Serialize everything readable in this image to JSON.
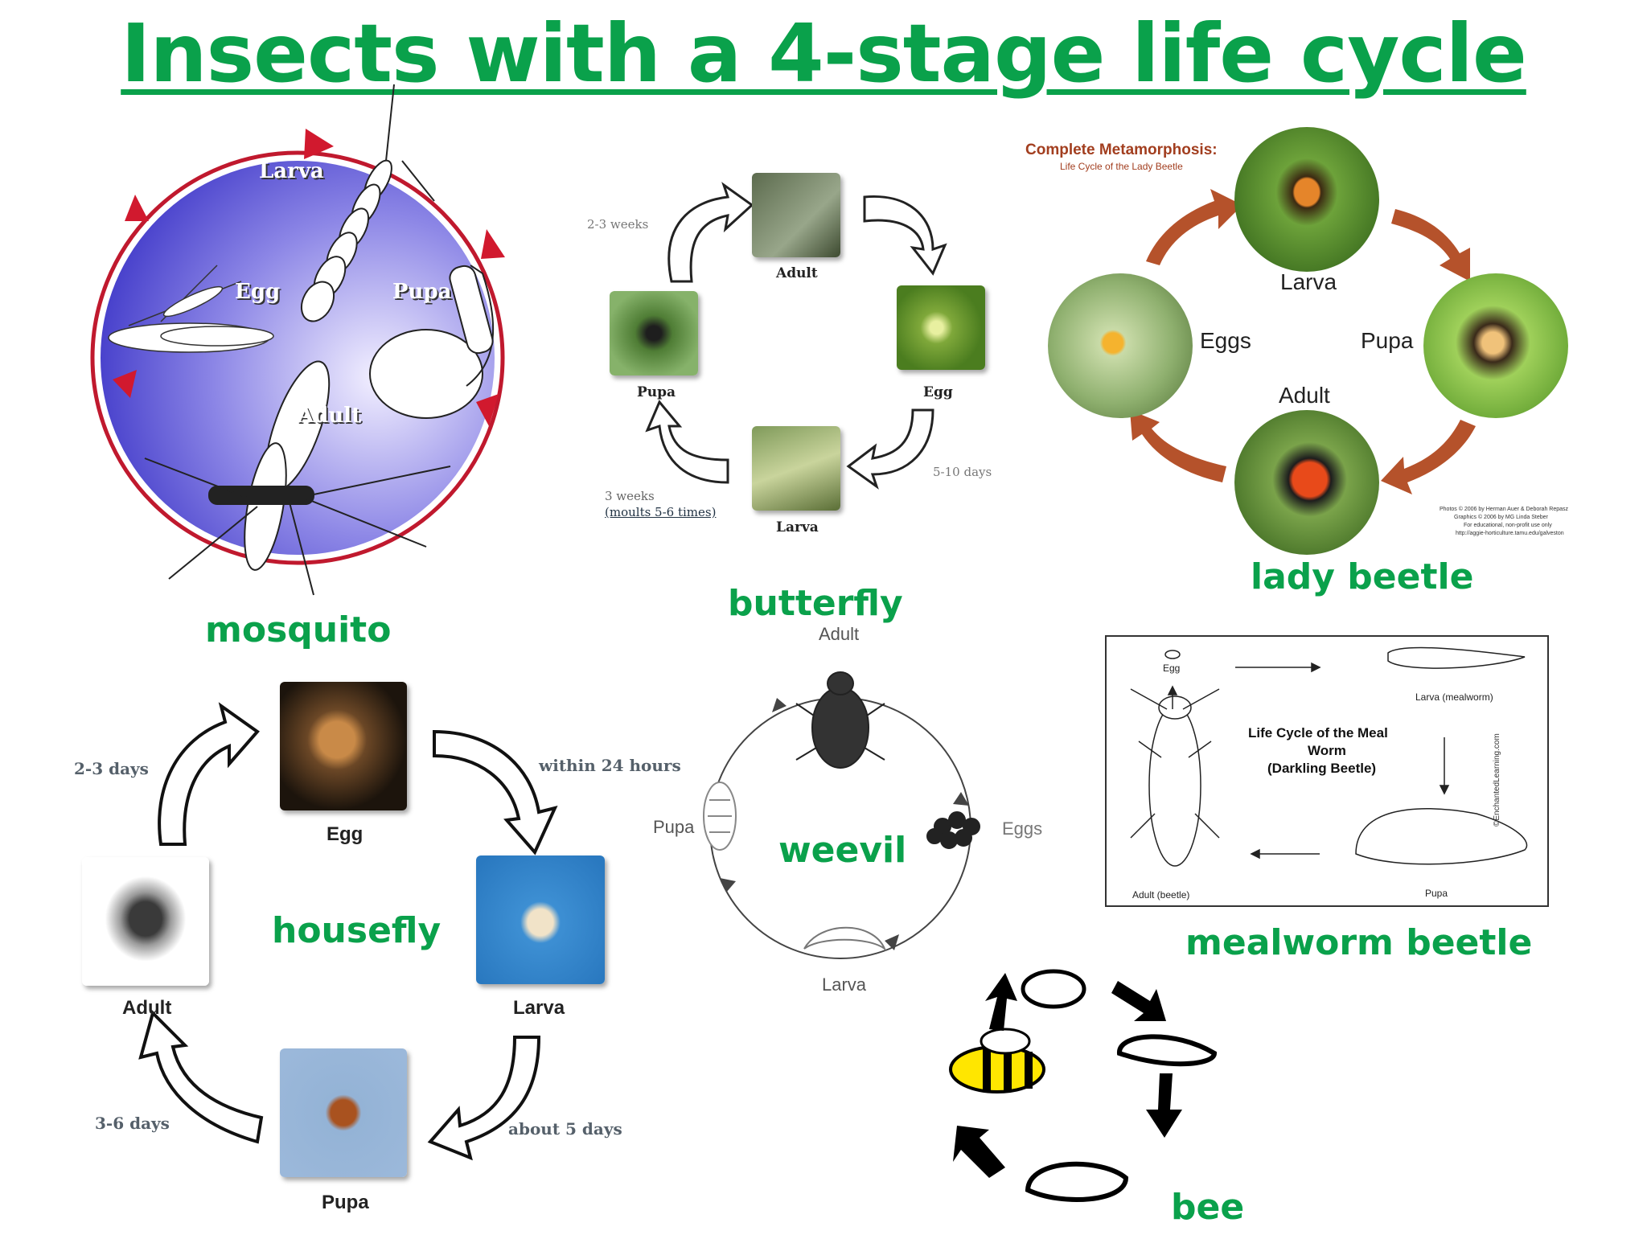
{
  "title": "Insects with a 4-stage life cycle",
  "mosquito": {
    "caption": "mosquito",
    "labels": {
      "larva": "Larva",
      "egg": "Egg",
      "pupa": "Pupa",
      "adult": "Adult"
    }
  },
  "butterfly": {
    "caption": "butterfly",
    "labels": {
      "adult": "Adult",
      "egg": "Egg",
      "larva": "Larva",
      "pupa": "Pupa"
    },
    "durations": {
      "egg_to_adult": "2-3 weeks",
      "egg_to_larva": "5-10 days",
      "larva_note_1": "3 weeks",
      "larva_note_2": "(moults 5-6 times)"
    }
  },
  "lady_beetle": {
    "caption": "lady beetle",
    "heading": "Complete Metamorphosis:",
    "subheading": "Life Cycle of the Lady Beetle",
    "labels": {
      "larva": "Larva",
      "eggs": "Eggs",
      "pupa": "Pupa",
      "adult": "Adult"
    },
    "credits": [
      "Photos © 2006 by Herman Auer & Deborah Repasz",
      "Graphics © 2006 by MG Linda Steber",
      "For educational, non-profit use only",
      "http://aggie-horticulture.tamu.edu/galveston"
    ]
  },
  "housefly": {
    "caption": "housefly",
    "labels": {
      "egg": "Egg",
      "larva": "Larva",
      "pupa": "Pupa",
      "adult": "Adult"
    },
    "durations": {
      "adult_to_egg": "2-3 days",
      "egg_to_larva": "within 24 hours",
      "larva_to_pupa": "about 5 days",
      "pupa_to_adult": "3-6 days"
    }
  },
  "weevil": {
    "caption": "weevil",
    "labels": {
      "adult": "Adult",
      "eggs": "Eggs",
      "larva": "Larva",
      "pupa": "Pupa"
    }
  },
  "mealworm": {
    "caption": "mealworm beetle",
    "heading_1": "Life Cycle of the Meal",
    "heading_2": "Worm",
    "heading_3": "(Darkling Beetle)",
    "labels": {
      "egg": "Egg",
      "larva": "Larva (mealworm)",
      "pupa": "Pupa",
      "adult": "Adult (beetle)"
    },
    "credit": "©EnchantedLearning.com"
  },
  "bee": {
    "caption": "bee"
  },
  "colors": {
    "accent_green": "#0aa14b",
    "beetle_arrow": "#b5522b",
    "mosquito_ring": "#c0192e"
  }
}
